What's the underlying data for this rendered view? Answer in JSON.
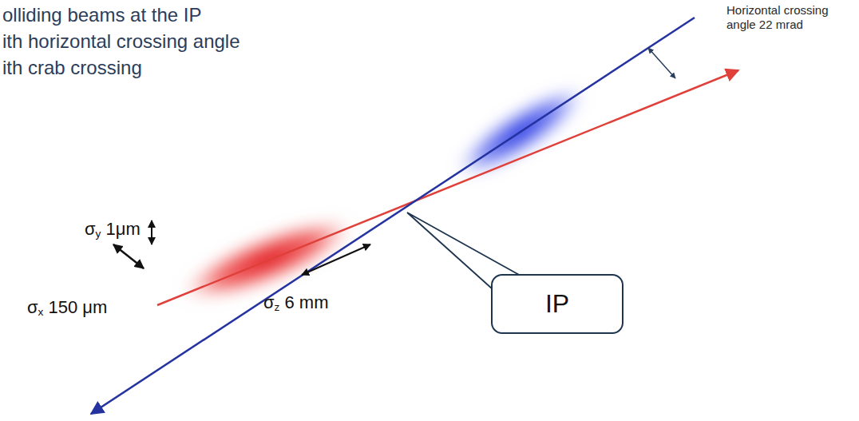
{
  "diagram": {
    "nodes": [
      {
        "text": [
          "IP"
        ]
      }
    ],
    "labels": [
      "olliding beams at the IP",
      "ith horizontal crossing angle",
      "ith crab crossing",
      "Horizontal crossing angle 22 mrad",
      "σy 1μm",
      "σx 150 μm",
      "σz 6 mm"
    ]
  }
}
